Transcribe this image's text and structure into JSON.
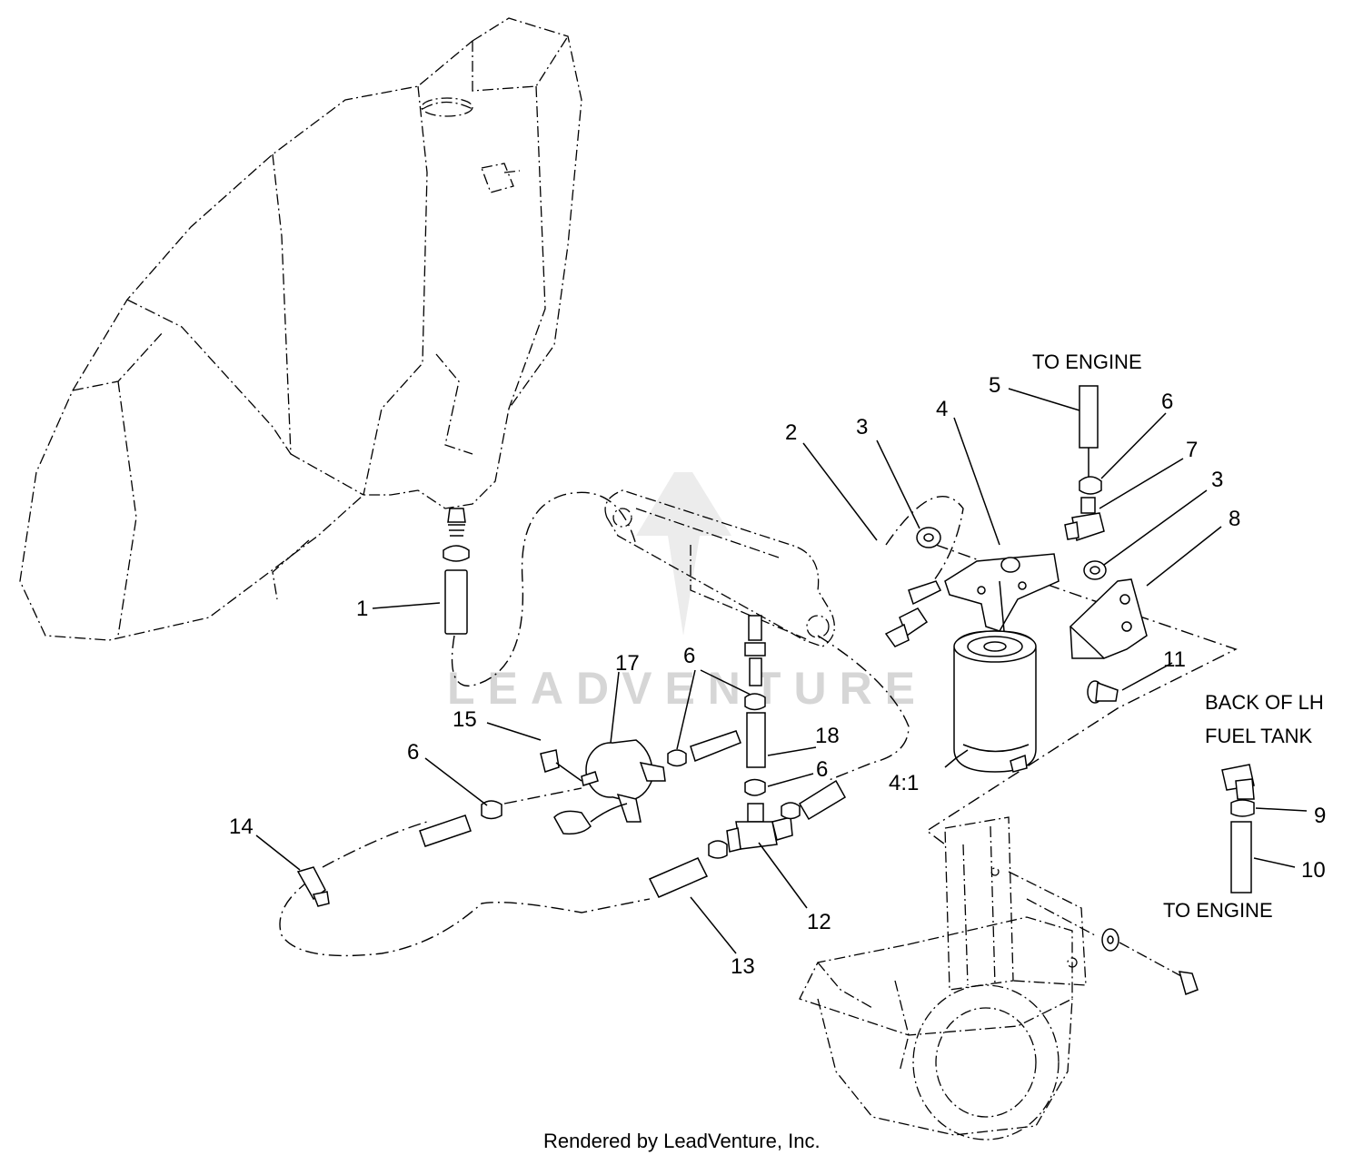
{
  "labels": {
    "to_engine_top": "TO ENGINE",
    "back_of_lh_line1": "BACK OF LH",
    "back_of_lh_line2": "FUEL TANK",
    "to_engine_bottom": "TO ENGINE"
  },
  "callouts": {
    "c1": "1",
    "c2": "2",
    "c3a": "3",
    "c3b": "3",
    "c4": "4",
    "c4_1": "4:1",
    "c5": "5",
    "c6a": "6",
    "c6b": "6",
    "c6c": "6",
    "c6d": "6",
    "c7": "7",
    "c8": "8",
    "c9": "9",
    "c10": "10",
    "c11": "11",
    "c12": "12",
    "c13": "13",
    "c14": "14",
    "c15": "15",
    "c17": "17",
    "c18": "18"
  },
  "watermark": "LEADVENTURE",
  "footer": "Rendered by LeadVenture, Inc."
}
